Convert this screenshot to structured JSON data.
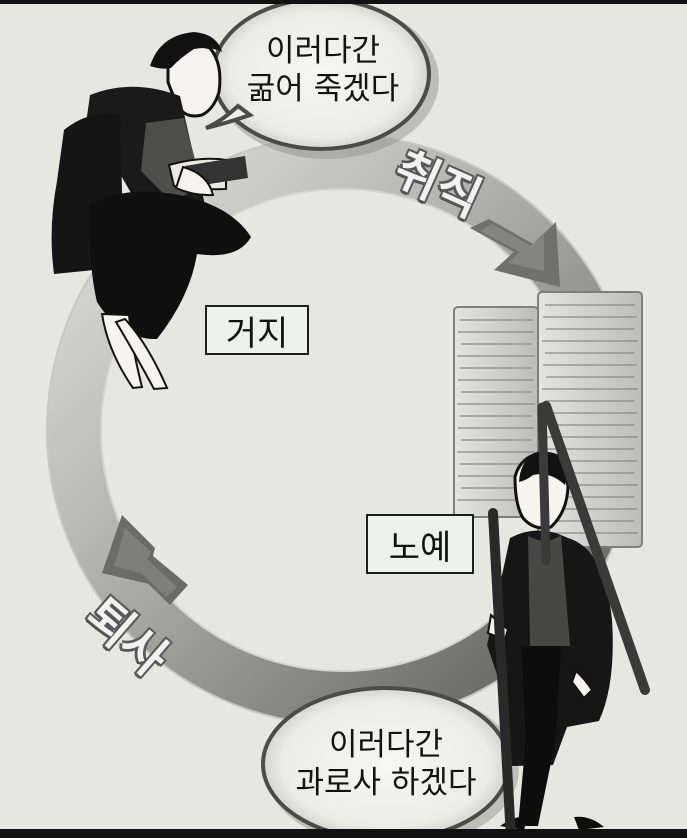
{
  "bubbles": {
    "top": {
      "line1": "이러다간",
      "line2": "굶어 죽겠다"
    },
    "bottom": {
      "line1": "이러다간",
      "line2": "과로사 하겠다"
    }
  },
  "labels": {
    "beggar": "거지",
    "slave": "노예"
  },
  "arrows": {
    "top": "취직",
    "bottom": "퇴사"
  }
}
